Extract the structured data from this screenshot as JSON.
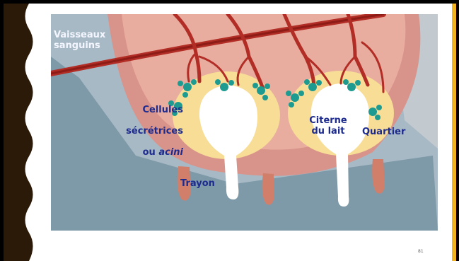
{
  "colors": {
    "band": "#2b1a08",
    "accent": "#f2b320",
    "cow_body": "#d8938a",
    "udder_bg": "#7e9aa8",
    "vessel": "#b12d25",
    "gland": "#f8dd96",
    "acini": "#1e9b91",
    "label": "#1d2b8f"
  },
  "labels": {
    "vessels": "Vaisseaux\nsanguins",
    "cells_line1": "Cellules",
    "cells_line2": "sécrétrices",
    "cells_line3_prefix": "ou ",
    "cells_line3_italic": "acini",
    "cistern": "Citerne\ndu lait",
    "quarter": "Quartier",
    "teat": "Trayon"
  },
  "slide": {
    "page_number": "81"
  }
}
